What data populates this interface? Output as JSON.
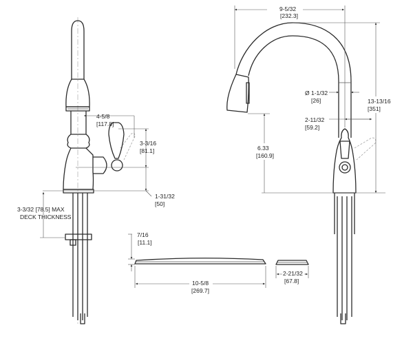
{
  "side_view": {
    "spout_reach": {
      "imperial": "4-5/8",
      "metric": "[117.8]"
    },
    "handle_height": {
      "imperial": "3-3/16",
      "metric": "[81.1]"
    },
    "base_height": {
      "imperial": "1-31/32",
      "metric": "[50]"
    },
    "deck_thickness": {
      "line1": "3-3/32   [78.5]  MAX",
      "line2": "DECK   THICKNESS"
    }
  },
  "front_view": {
    "spout_width": {
      "imperial": "9-5/32",
      "metric": "[232.3]"
    },
    "diameter": {
      "imperial": "Ø 1-1/32",
      "metric": "[26]"
    },
    "handle_offset": {
      "imperial": "2-11/32",
      "metric": "[59.2]"
    },
    "overall_height": {
      "imperial": "13-13/16",
      "metric": "[351]"
    },
    "spout_clearance": {
      "imperial": "6.33",
      "metric": "[160.9]"
    }
  },
  "deck_plate": {
    "height": {
      "imperial": "7/16",
      "metric": "[11.1]"
    },
    "length": {
      "imperial": "10-5/8",
      "metric": "[269.7]"
    }
  },
  "escutcheon": {
    "width": {
      "imperial": "2-21/32",
      "metric": "[67.8]"
    }
  }
}
